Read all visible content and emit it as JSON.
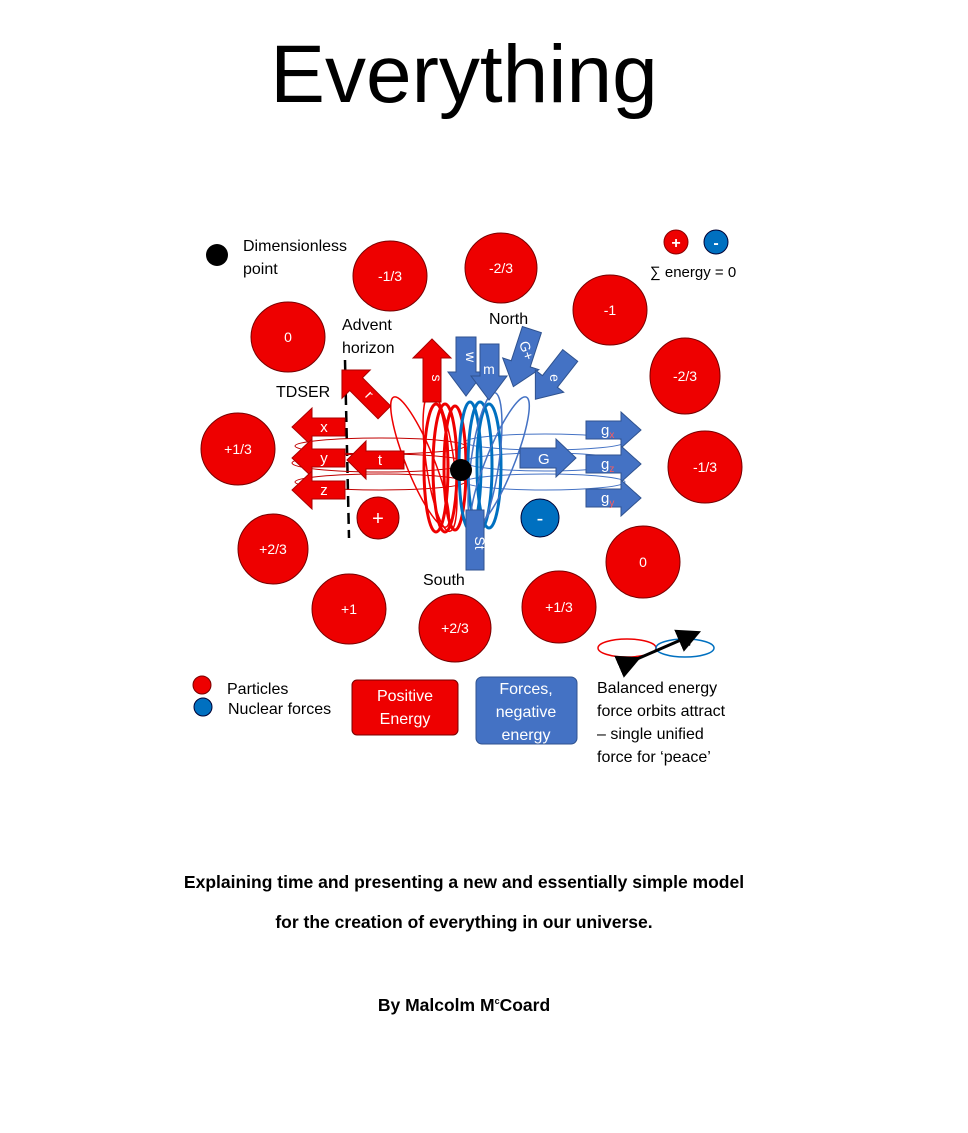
{
  "title": "Everything",
  "legend_top_left": {
    "dot_label_line1": "Dimensionless",
    "dot_label_line2": "point"
  },
  "legend_top_right": {
    "plus": "+",
    "minus": "-",
    "sum_text": "∑ energy  = 0"
  },
  "labels": {
    "advent_line1": "Advent",
    "advent_line2": "horizon",
    "north": "North",
    "south": "South",
    "tdser": "TDSER"
  },
  "particles": [
    "-1/3",
    "-2/3",
    "-1",
    "-2/3",
    "-1/3",
    "0",
    "+1/3",
    "+2/3",
    "+1",
    "+2/3",
    "+1/3",
    "0"
  ],
  "center_markers": {
    "plus": "+",
    "minus": "-"
  },
  "arrows": {
    "s": "s",
    "r": "r",
    "w": "w",
    "m": "m",
    "g_plus": "G+",
    "e": "e",
    "x": "x",
    "y": "y",
    "z": "z",
    "t": "t",
    "G": "G",
    "gx": "g",
    "gx_sub": "x",
    "gz": "g",
    "gz_sub": "z",
    "gy": "g",
    "gy_sub": "y",
    "st": "St"
  },
  "bottom_legend": {
    "particles": "Particles",
    "nuclear_forces": "Nuclear forces",
    "positive_line1": "Positive",
    "positive_line2": "Energy",
    "forces_line1": "Forces,",
    "forces_line2": "negative",
    "forces_line3": "energy",
    "balanced_line1": "Balanced energy",
    "balanced_line2": "force orbits attract",
    "balanced_line3": "– single unified",
    "balanced_line4": "force for ‘peace’"
  },
  "subtitle_line1": "Explaining time and presenting a new and essentially simple model",
  "subtitle_line2": "for the creation of everything in our universe.",
  "author_prefix": "By Malcolm M",
  "author_sup": "c",
  "author_suffix": "Coard",
  "colors": {
    "red": "#ee0000",
    "blue": "#4472c4",
    "dark_blue": "#0070c0",
    "black": "#000000"
  }
}
